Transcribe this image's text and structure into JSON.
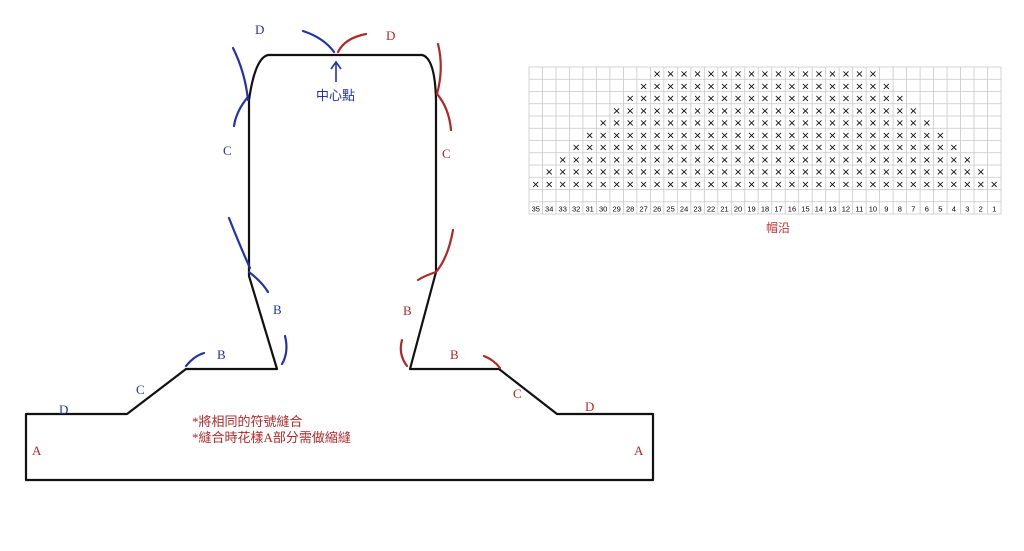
{
  "pattern": {
    "labels": {
      "left_d_top": "D",
      "right_d_top": "D",
      "left_c_side": "C",
      "right_c_side": "C",
      "left_b_diag": "B",
      "right_b_diag": "B",
      "left_b_base": "B",
      "right_b_base": "B",
      "left_c_base": "C",
      "right_c_base": "C",
      "left_d_base": "D",
      "right_d_base": "D",
      "left_a": "A",
      "right_a": "A",
      "center_point": "中心點"
    },
    "notes": [
      "*將相同的符號縫合",
      "*縫合時花樣A部分需做縮縫"
    ],
    "colors": {
      "outline": "#111111",
      "left_marks": "#2233aa",
      "right_marks": "#b02828"
    }
  },
  "chart": {
    "caption": "帽沿",
    "columns": [
      35,
      34,
      33,
      32,
      31,
      30,
      29,
      28,
      27,
      26,
      25,
      24,
      23,
      22,
      21,
      20,
      19,
      18,
      17,
      16,
      15,
      14,
      13,
      12,
      11,
      10,
      9,
      8,
      7,
      6,
      5,
      4,
      3,
      2,
      1
    ],
    "row_count": 11,
    "mark_glyph": "×",
    "x_rows": [
      {
        "row": 1,
        "from_col": 26,
        "to_col": 10
      },
      {
        "row": 2,
        "from_col": 27,
        "to_col": 9
      },
      {
        "row": 3,
        "from_col": 28,
        "to_col": 8
      },
      {
        "row": 4,
        "from_col": 29,
        "to_col": 7
      },
      {
        "row": 5,
        "from_col": 30,
        "to_col": 6
      },
      {
        "row": 6,
        "from_col": 31,
        "to_col": 5
      },
      {
        "row": 7,
        "from_col": 32,
        "to_col": 4
      },
      {
        "row": 8,
        "from_col": 33,
        "to_col": 3
      },
      {
        "row": 9,
        "from_col": 34,
        "to_col": 2
      },
      {
        "row": 10,
        "from_col": 35,
        "to_col": 1
      }
    ]
  }
}
